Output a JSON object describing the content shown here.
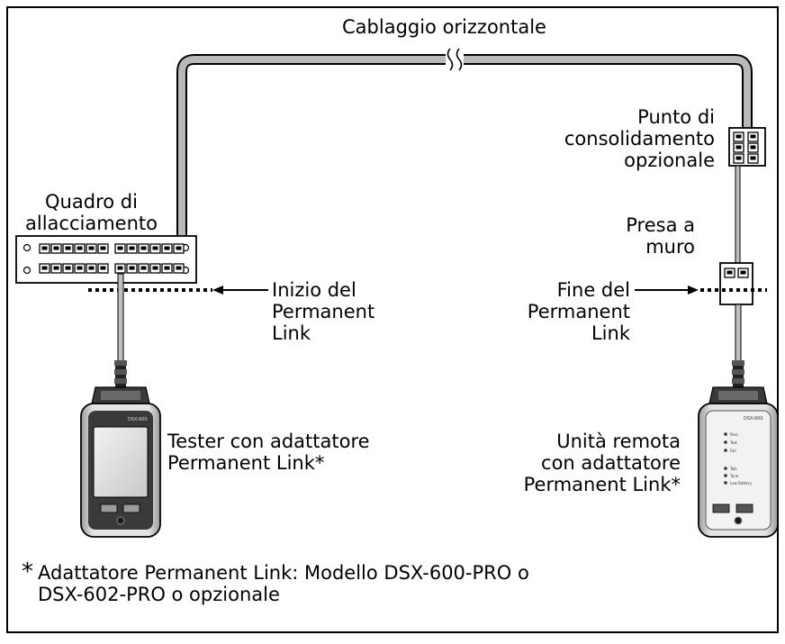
{
  "labels": {
    "horizontal_cabling": "Cablaggio orizzontale",
    "consolidation_point": [
      "Punto di",
      "consolidamento",
      "opzionale"
    ],
    "patch_panel": [
      "Quadro di",
      "allacciamento"
    ],
    "wall_outlet": [
      "Presa a",
      "muro"
    ],
    "link_start": [
      "Inizio del",
      "Permanent",
      "Link"
    ],
    "link_end": [
      "Fine del",
      "Permanent",
      "Link"
    ],
    "tester": [
      "Tester con adattatore",
      "Permanent Link*"
    ],
    "remote": [
      "Unità remota",
      "con adattatore",
      "Permanent Link*"
    ]
  },
  "footnote": {
    "marker": "*",
    "line1": "Adattatore Permanent Link: Modello DSX-600-PRO o",
    "line2": "DSX-602-PRO o opzionale"
  },
  "device_text": {
    "tester_model": "DSX-600",
    "remote_model": "DSX-600",
    "remote_leds": [
      "Pass",
      "Test",
      "Fail",
      "Talk",
      "Tone",
      "Low Battery"
    ]
  },
  "colors": {
    "frame": "#000000",
    "cable_fill": "#b9b9b9",
    "device_body": "#d2d2d2",
    "device_dark": "#3a3a3a",
    "screen": "#e6e6e6"
  }
}
